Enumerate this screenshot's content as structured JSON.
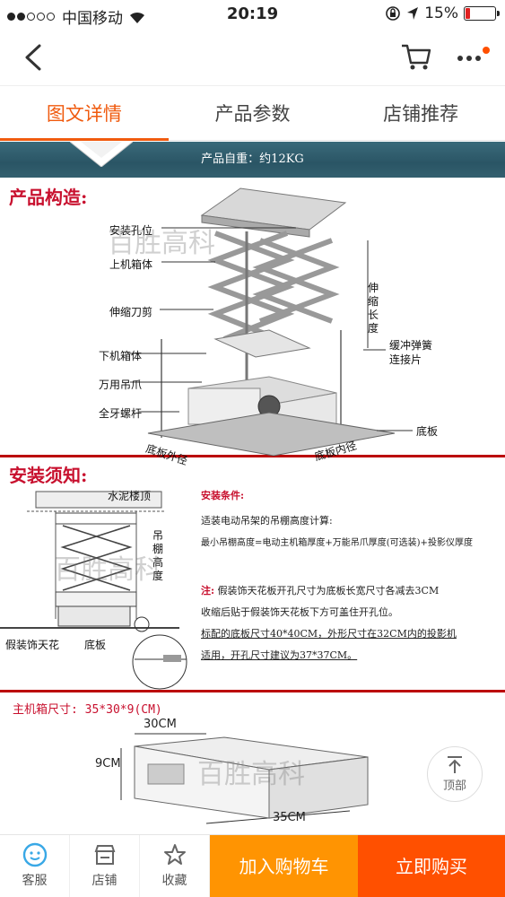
{
  "status": {
    "carrier": "中国移动",
    "time": "20:19",
    "battery": "15%",
    "battery_level": 0.15
  },
  "tabs": [
    {
      "label": "图文详情",
      "active": true
    },
    {
      "label": "产品参数",
      "active": false
    },
    {
      "label": "店铺推荐",
      "active": false
    }
  ],
  "weight_banner": "产品自重：约12KG",
  "structure": {
    "title": "产品构造:",
    "labels": [
      "安装孔位",
      "上机箱体",
      "伸缩刀剪",
      "下机箱体",
      "万用吊爪",
      "全牙螺杆",
      "伸缩长度",
      "缓冲弹簧",
      "连接片",
      "底板",
      "底板外径",
      "底板内径"
    ]
  },
  "install": {
    "title": "安装须知:",
    "diagram_labels": [
      "水泥楼顶",
      "吊棚高度",
      "假装饰天花",
      "底板"
    ],
    "cond_title": "安装条件:",
    "line1": "适装电动吊架的吊棚高度计算:",
    "line2": "最小吊棚高度=电动主机箱厚度+万能吊爪厚度(可选装)+投影仪厚度",
    "note_label": "注:",
    "note1": "假装饰天花板开孔尺寸为底板长宽尺寸各减去3CM",
    "note2": "收缩后贴于假装饰天花板下方可盖住开孔位。",
    "note3": "标配的底板尺寸40*40CM，外形尺寸在32CM内的投影机",
    "note4": "适用，开孔尺寸建议为37*37CM。"
  },
  "size": {
    "title": "主机箱尺寸: 35*30*9(CM)",
    "w": "30CM",
    "h": "9CM",
    "l": "35CM"
  },
  "watermark": "百胜高科",
  "back_to_top": "顶部",
  "bottom": {
    "service": "客服",
    "shop": "店铺",
    "favorite": "收藏",
    "add_cart": "加入购物车",
    "buy_now": "立即购买"
  }
}
